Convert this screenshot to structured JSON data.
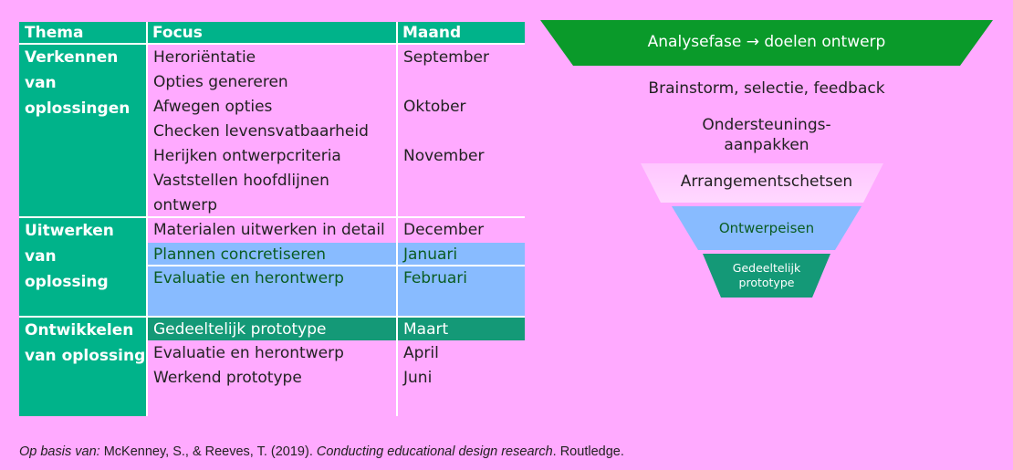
{
  "table": {
    "headers": {
      "theme": "Thema",
      "focus": "Focus",
      "month": "Maand"
    },
    "groups": [
      {
        "theme": "Verkennen van oplossingen"
      },
      {
        "theme": "Uitwerken van oplossing"
      },
      {
        "theme": "Ontwikkelen van oplossing"
      }
    ],
    "rows": [
      {
        "focus": "Heroriëntatie",
        "month": "September"
      },
      {
        "focus": "Opties genereren",
        "month": ""
      },
      {
        "focus": "Afwegen opties",
        "month": "Oktober"
      },
      {
        "focus": "Checken levensvatbaarheid",
        "month": ""
      },
      {
        "focus": "Herijken ontwerpcriteria",
        "month": "November"
      },
      {
        "focus": "Vaststellen hoofdlijnen",
        "month": ""
      },
      {
        "focus": "ontwerp",
        "month": ""
      },
      {
        "focus": "Materialen uitwerken in detail",
        "month": "December"
      },
      {
        "focus": "Plannen concretiseren",
        "month": "Januari"
      },
      {
        "focus": "Evaluatie en herontwerp",
        "month": "Februari"
      },
      {
        "focus": "Gedeeltelijk prototype",
        "month": "Maart"
      },
      {
        "focus": "Evaluatie en herontwerp",
        "month": "April"
      },
      {
        "focus": "Werkend prototype",
        "month": "Juni"
      }
    ]
  },
  "funnel": {
    "top": "Analysefase → doelen ontwerp",
    "step1": "Brainstorm, selectie, feedback",
    "step2a": "Ondersteunings-",
    "step2b": "aanpakken",
    "step3": "Arrangementschetsen",
    "step4": "Ontwerpeisen",
    "step5a": "Gedeeltelijk",
    "step5b": "prototype"
  },
  "footer": {
    "prefix": "Op basis van:",
    "authors": " McKenney, S., & Reeves, T. (2019). ",
    "title": "Conducting educational design research",
    "publisher": ". Routledge."
  },
  "colors": {
    "background": "#ffaaff",
    "header_green": "#00b38a",
    "dark_green": "#149977",
    "blue": "#88bbff",
    "funnel_top": "#0a9a2a",
    "funnel_step4": "#88bbff",
    "funnel_step5": "#149977"
  }
}
